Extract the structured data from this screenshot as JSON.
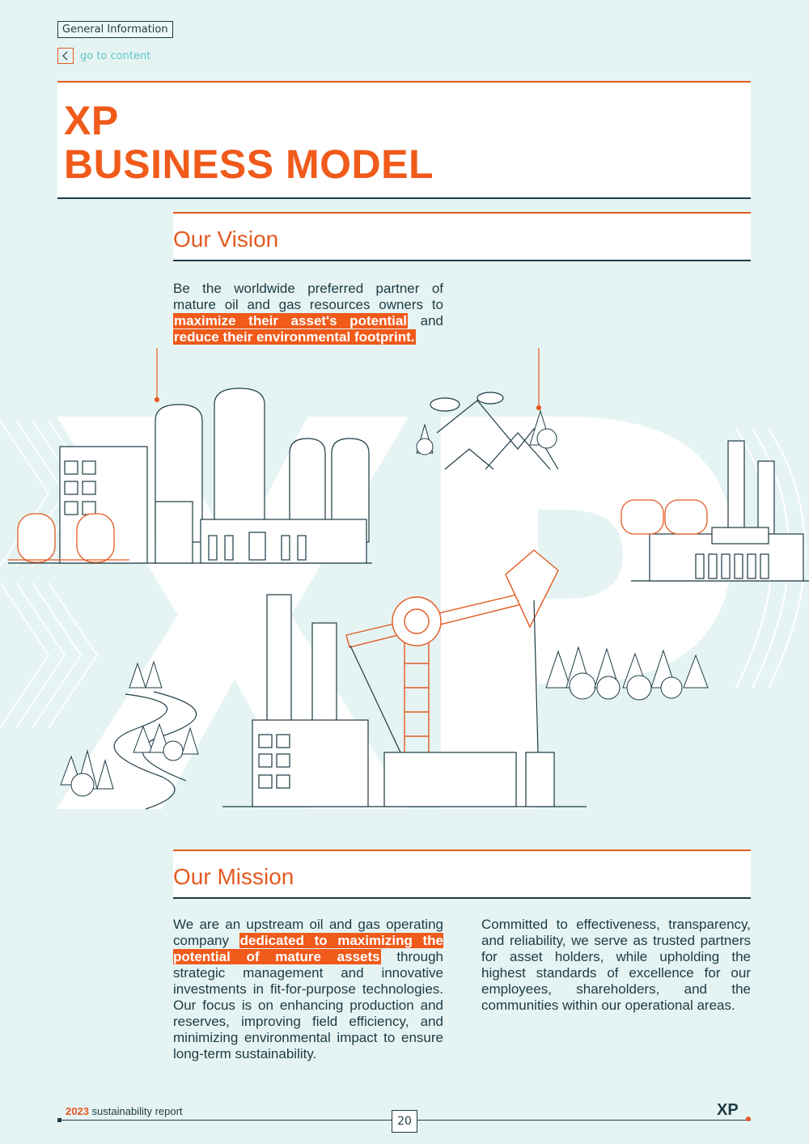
{
  "header": {
    "section_tag": "General Information",
    "goto_label": "go to content"
  },
  "title": {
    "line1": "XP",
    "line2": "BUSINESS MODEL"
  },
  "vision": {
    "heading": "Our Vision",
    "text_before": "Be the worldwide preferred partner of mature oil and gas resources owners to ",
    "highlight1": "maximize their asset's potential",
    "text_mid": " and ",
    "highlight2": "reduce their environmental footprint."
  },
  "mission": {
    "heading": "Our Mission",
    "col1_before": "We are an upstream oil and gas operating company ",
    "col1_highlight": "dedicated to maximizing the potential of mature assets",
    "col1_after": " through strategic management and innovative investments in fit-for-purpose technologies. Our focus is on enhancing production and reserves, improving field efficiency, and minimizing environmental impact to ensure long-term sustainability.",
    "col2": "Committed to effectiveness, transparency, and reliability, we serve as trusted partners for asset holders, while upholding the highest standards of excellence for our employees, shareholders, and the communities within our operational areas."
  },
  "footer": {
    "year": "2023",
    "report_label": " sustainability report",
    "page_number": "20",
    "logo": "XP"
  },
  "colors": {
    "accent": "#e35a22",
    "dark": "#1d3a44",
    "background": "#e5f4f3",
    "link": "#5ec6c2"
  },
  "icons": {
    "goto": "chevron-left-icon"
  }
}
